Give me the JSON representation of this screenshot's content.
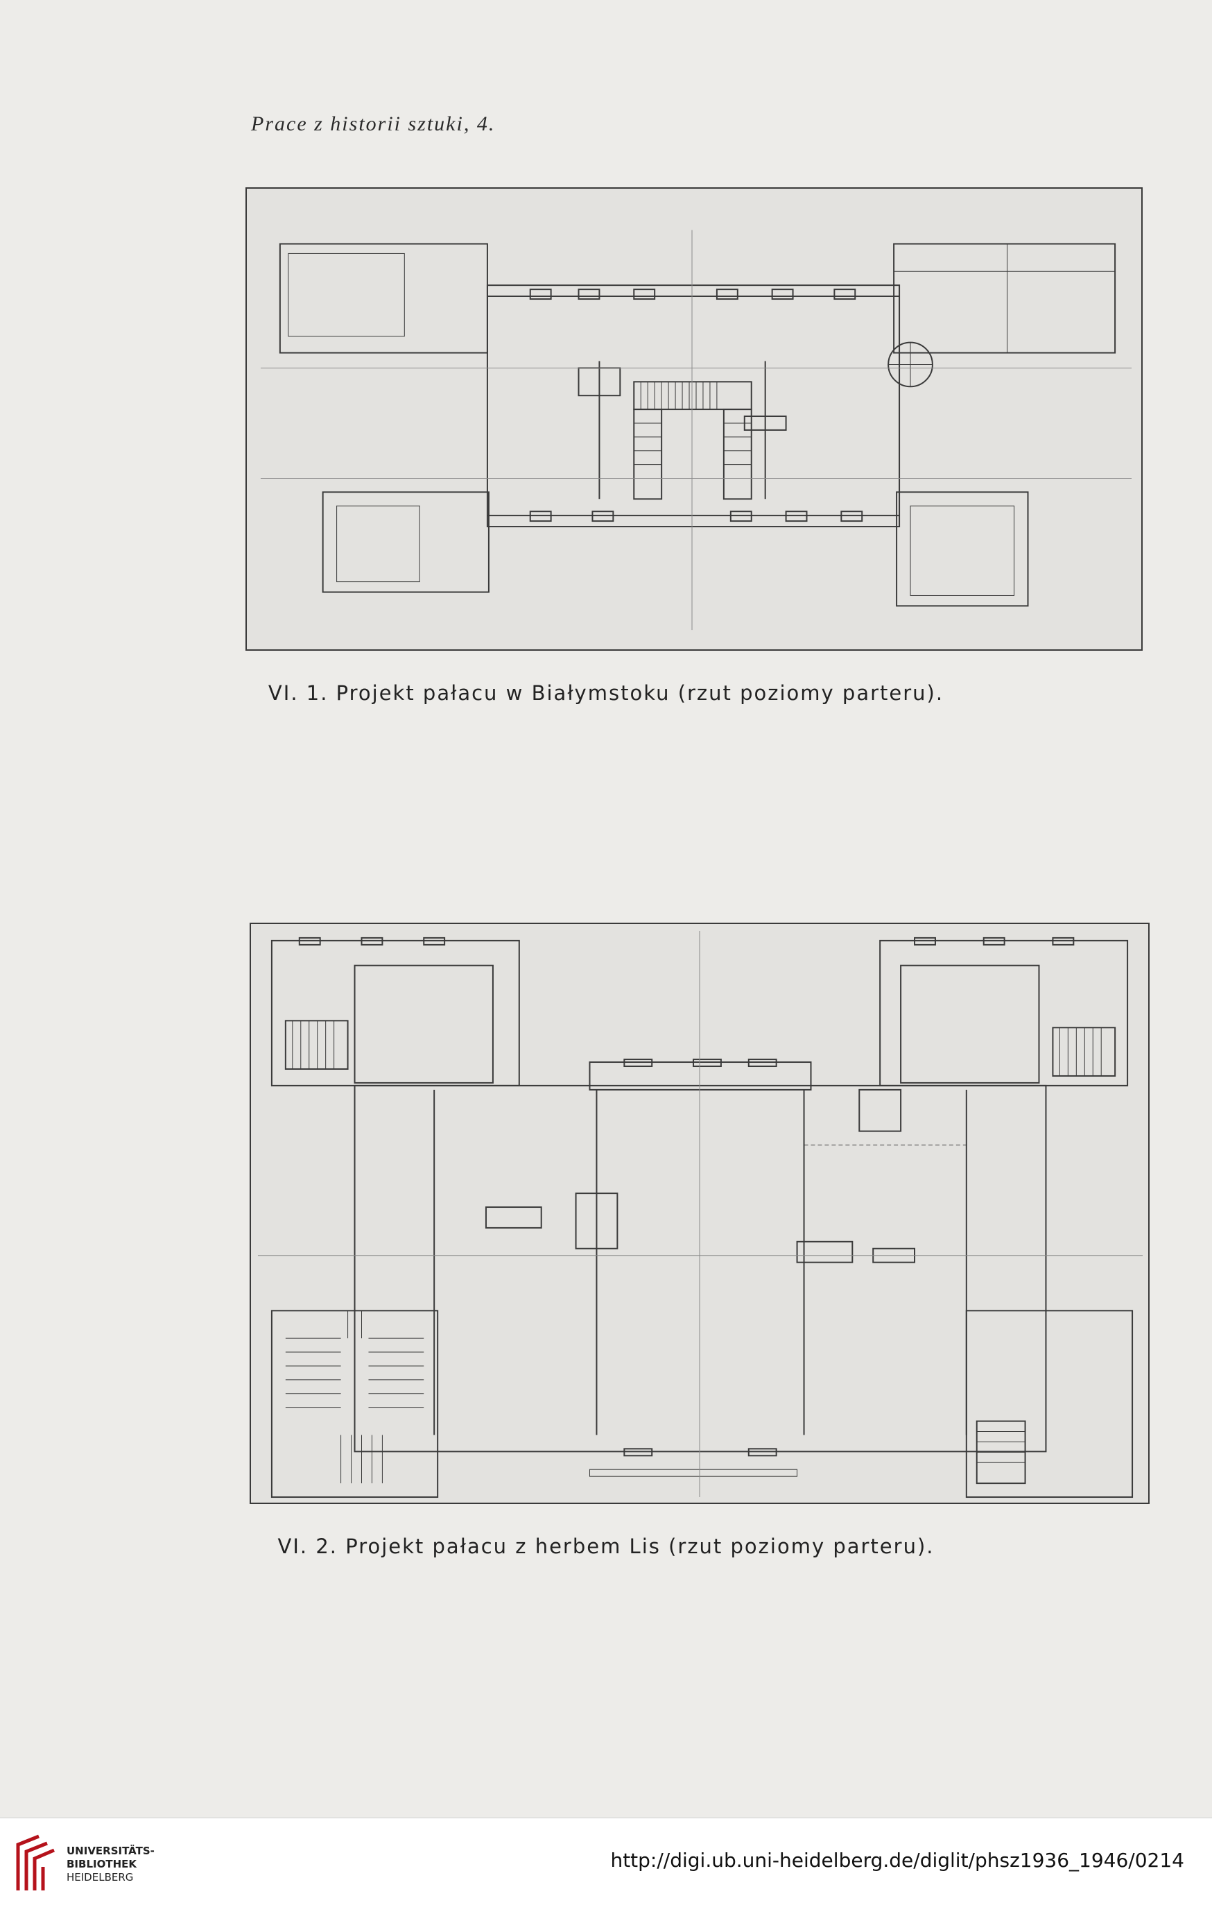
{
  "running_head": "Prace z historii sztuki, 4.",
  "figures": [
    {
      "caption": "VI. 1. Projekt pałacu w Białymstoku (rzut poziomy parteru)."
    },
    {
      "caption": "VI. 2. Projekt pałacu z herbem Lis (rzut poziomy parteru)."
    }
  ],
  "footer": {
    "logo_line1": "UNIVERSITÄTS-",
    "logo_line2": "BIBLIOTHEK",
    "logo_line3": "HEIDELBERG",
    "url": "http://digi.ub.uni-heidelberg.de/diglit/phsz1936_1946/0214"
  },
  "colors": {
    "paper": "#edece9",
    "ink": "#2a2a2a",
    "logo_red": "#b5121b"
  }
}
